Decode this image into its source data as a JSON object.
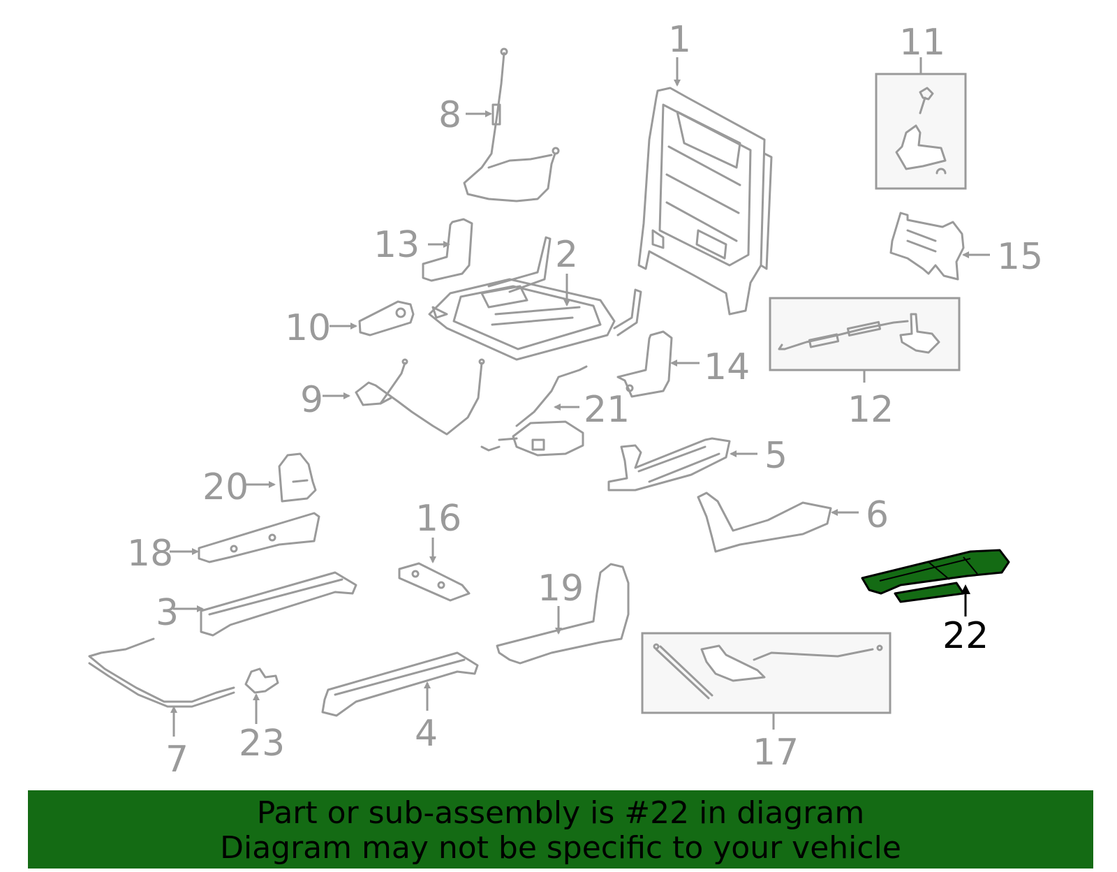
{
  "colors": {
    "line": "#9a9a9a",
    "highlight": "#146b14",
    "banner": "#146b14",
    "text_highlight": "#000000"
  },
  "callouts": {
    "c1": "1",
    "c2": "2",
    "c3": "3",
    "c4": "4",
    "c5": "5",
    "c6": "6",
    "c7": "7",
    "c8": "8",
    "c9": "9",
    "c10": "10",
    "c11": "11",
    "c12": "12",
    "c13": "13",
    "c14": "14",
    "c15": "15",
    "c16": "16",
    "c17": "17",
    "c18": "18",
    "c19": "19",
    "c20": "20",
    "c21": "21",
    "c22": "22",
    "c23": "23"
  },
  "highlighted_part": "22",
  "banner": {
    "line1": "Part or sub-assembly is #22 in diagram",
    "line2": "Diagram may not be specific to your vehicle"
  }
}
